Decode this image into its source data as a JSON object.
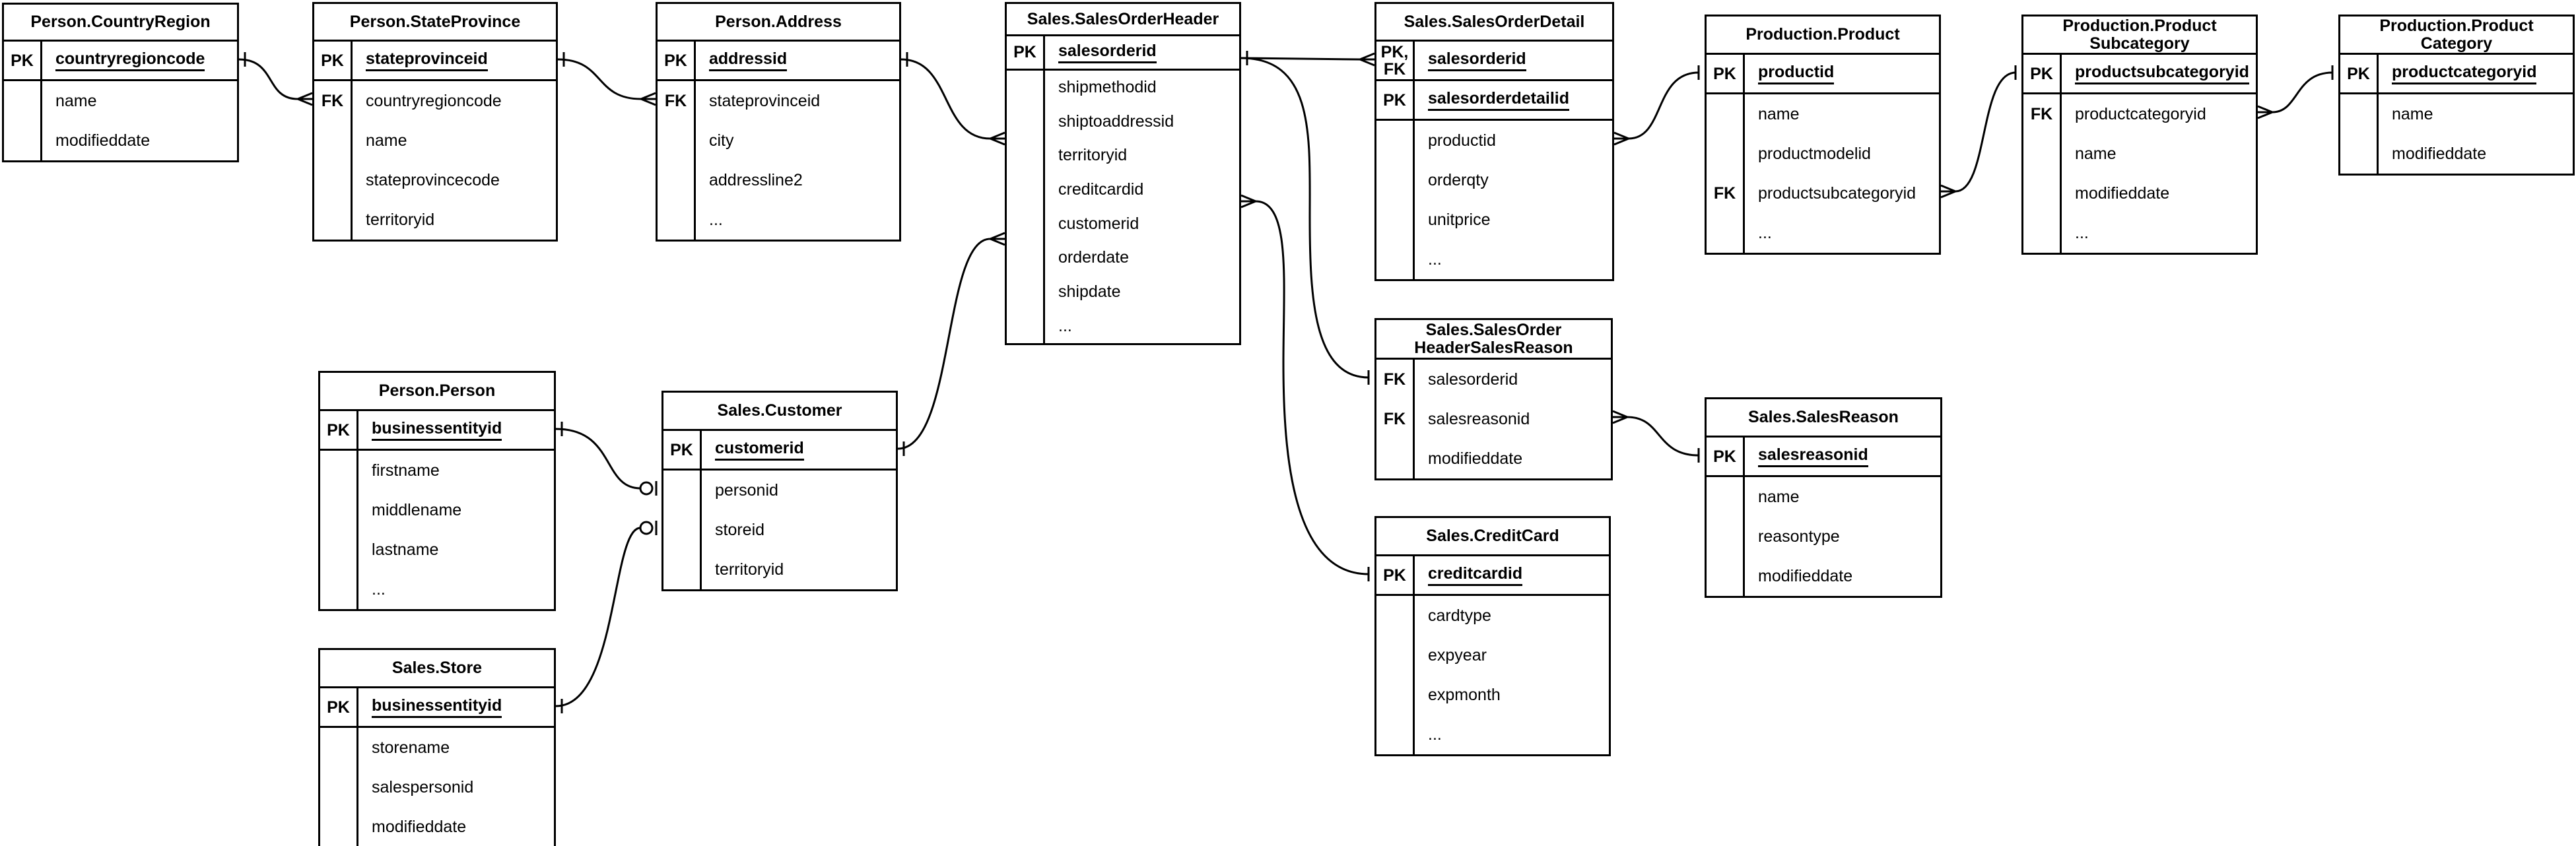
{
  "diagram": {
    "title": "AdventureWorks sales schema ER diagram",
    "line_color": "#000000",
    "background_color": "#ffffff",
    "tables": [
      {
        "id": "person_countryregion",
        "title": "Person.CountryRegion",
        "rows": [
          {
            "key": "PK",
            "name": "countryregioncode",
            "pk": true
          },
          {
            "key": "",
            "name": "name"
          },
          {
            "key": "",
            "name": "modifieddate"
          }
        ]
      },
      {
        "id": "person_stateprovince",
        "title": "Person.StateProvince",
        "rows": [
          {
            "key": "PK",
            "name": "stateprovinceid",
            "pk": true
          },
          {
            "key": "FK",
            "name": "countryregioncode"
          },
          {
            "key": "",
            "name": "name"
          },
          {
            "key": "",
            "name": "stateprovincecode"
          },
          {
            "key": "",
            "name": "territoryid"
          }
        ]
      },
      {
        "id": "person_address",
        "title": "Person.Address",
        "rows": [
          {
            "key": "PK",
            "name": "addressid",
            "pk": true
          },
          {
            "key": "FK",
            "name": "stateprovinceid"
          },
          {
            "key": "",
            "name": "city"
          },
          {
            "key": "",
            "name": "addressline2"
          },
          {
            "key": "",
            "name": "..."
          }
        ]
      },
      {
        "id": "sales_salesorderheader",
        "title": "Sales.SalesOrderHeader",
        "rows": [
          {
            "key": "PK",
            "name": "salesorderid",
            "pk": true
          },
          {
            "key": "",
            "name": "shipmethodid"
          },
          {
            "key": "",
            "name": "shiptoaddressid"
          },
          {
            "key": "",
            "name": "territoryid"
          },
          {
            "key": "",
            "name": "creditcardid"
          },
          {
            "key": "",
            "name": "customerid"
          },
          {
            "key": "",
            "name": "orderdate"
          },
          {
            "key": "",
            "name": "shipdate"
          },
          {
            "key": "",
            "name": "..."
          }
        ]
      },
      {
        "id": "sales_salesorderdetail",
        "title": "Sales.SalesOrderDetail",
        "rows": [
          {
            "key": "PK,\nFK",
            "name": "salesorderid",
            "pk": true
          },
          {
            "key": "PK",
            "name": "salesorderdetailid",
            "pk": true
          },
          {
            "key": "",
            "name": "productid"
          },
          {
            "key": "",
            "name": "orderqty"
          },
          {
            "key": "",
            "name": "unitprice"
          },
          {
            "key": "",
            "name": "..."
          }
        ]
      },
      {
        "id": "production_product",
        "title": "Production.Product",
        "rows": [
          {
            "key": "PK",
            "name": "productid",
            "pk": true
          },
          {
            "key": "",
            "name": "name"
          },
          {
            "key": "",
            "name": "productmodelid"
          },
          {
            "key": "FK",
            "name": "productsubcategoryid"
          },
          {
            "key": "",
            "name": "..."
          }
        ]
      },
      {
        "id": "production_productsubcategory",
        "title": "Production.Product\nSubcategory",
        "rows": [
          {
            "key": "PK",
            "name": "productsubcategoryid",
            "pk": true
          },
          {
            "key": "FK",
            "name": "productcategoryid"
          },
          {
            "key": "",
            "name": "name"
          },
          {
            "key": "",
            "name": "modifieddate"
          },
          {
            "key": "",
            "name": "..."
          }
        ]
      },
      {
        "id": "production_productcategory",
        "title": "Production.Product\nCategory",
        "rows": [
          {
            "key": "PK",
            "name": "productcategoryid",
            "pk": true
          },
          {
            "key": "",
            "name": "name"
          },
          {
            "key": "",
            "name": "modifieddate"
          }
        ]
      },
      {
        "id": "person_person",
        "title": "Person.Person",
        "rows": [
          {
            "key": "PK",
            "name": "businessentityid",
            "pk": true
          },
          {
            "key": "",
            "name": "firstname"
          },
          {
            "key": "",
            "name": "middlename"
          },
          {
            "key": "",
            "name": "lastname"
          },
          {
            "key": "",
            "name": "..."
          }
        ]
      },
      {
        "id": "sales_customer",
        "title": "Sales.Customer",
        "rows": [
          {
            "key": "PK",
            "name": "customerid",
            "pk": true
          },
          {
            "key": "",
            "name": "personid"
          },
          {
            "key": "",
            "name": "storeid"
          },
          {
            "key": "",
            "name": "territoryid"
          }
        ]
      },
      {
        "id": "sales_salesorderheadersalesreason",
        "title": "Sales.SalesOrder\nHeaderSalesReason",
        "rows": [
          {
            "key": "FK",
            "name": "salesorderid"
          },
          {
            "key": "FK",
            "name": "salesreasonid"
          },
          {
            "key": "",
            "name": "modifieddate"
          }
        ]
      },
      {
        "id": "sales_salesreason",
        "title": "Sales.SalesReason",
        "rows": [
          {
            "key": "PK",
            "name": "salesreasonid",
            "pk": true
          },
          {
            "key": "",
            "name": "name"
          },
          {
            "key": "",
            "name": "reasontype"
          },
          {
            "key": "",
            "name": "modifieddate"
          }
        ]
      },
      {
        "id": "sales_creditcard",
        "title": "Sales.CreditCard",
        "rows": [
          {
            "key": "PK",
            "name": "creditcardid",
            "pk": true
          },
          {
            "key": "",
            "name": "cardtype"
          },
          {
            "key": "",
            "name": "expyear"
          },
          {
            "key": "",
            "name": "expmonth"
          },
          {
            "key": "",
            "name": "..."
          }
        ]
      },
      {
        "id": "sales_store",
        "title": "Sales.Store",
        "rows": [
          {
            "key": "PK",
            "name": "businessentityid",
            "pk": true
          },
          {
            "key": "",
            "name": "storename"
          },
          {
            "key": "",
            "name": "salespersonid"
          },
          {
            "key": "",
            "name": "modifieddate"
          }
        ]
      }
    ],
    "relationships": [
      {
        "from": "person_countryregion.countryregioncode",
        "to": "person_stateprovince.countryregioncode",
        "from_card": "one",
        "to_card": "many"
      },
      {
        "from": "person_stateprovince.stateprovinceid",
        "to": "person_address.stateprovinceid",
        "from_card": "one",
        "to_card": "many"
      },
      {
        "from": "person_address.addressid",
        "to": "sales_salesorderheader.shiptoaddressid",
        "from_card": "one",
        "to_card": "many"
      },
      {
        "from": "sales_salesorderheader.salesorderid",
        "to": "sales_salesorderdetail.salesorderid",
        "from_card": "one",
        "to_card": "many"
      },
      {
        "from": "sales_salesorderheader.salesorderid",
        "to": "sales_salesorderheadersalesreason.salesorderid",
        "from_card": "one",
        "to_card": "one"
      },
      {
        "from": "sales_salesorderheader.creditcardid",
        "to": "sales_creditcard.creditcardid",
        "from_card": "many",
        "to_card": "one"
      },
      {
        "from": "sales_customer.customerid",
        "to": "sales_salesorderheader.customerid",
        "from_card": "one",
        "to_card": "many"
      },
      {
        "from": "person_person.businessentityid",
        "to": "sales_customer.personid",
        "from_card": "one",
        "to_card": "zero-one"
      },
      {
        "from": "sales_store.businessentityid",
        "to": "sales_customer.storeid",
        "from_card": "one",
        "to_card": "zero-one"
      },
      {
        "from": "sales_salesorderdetail.productid",
        "to": "production_product.productid",
        "from_card": "many",
        "to_card": "one"
      },
      {
        "from": "production_product.productsubcategoryid",
        "to": "production_productsubcategory.productsubcategoryid",
        "from_card": "many",
        "to_card": "one"
      },
      {
        "from": "production_productsubcategory.productcategoryid",
        "to": "production_productcategory.productcategoryid",
        "from_card": "many",
        "to_card": "one"
      },
      {
        "from": "sales_salesorderheadersalesreason.salesreasonid",
        "to": "sales_salesreason.salesreasonid",
        "from_card": "many",
        "to_card": "one"
      }
    ]
  }
}
